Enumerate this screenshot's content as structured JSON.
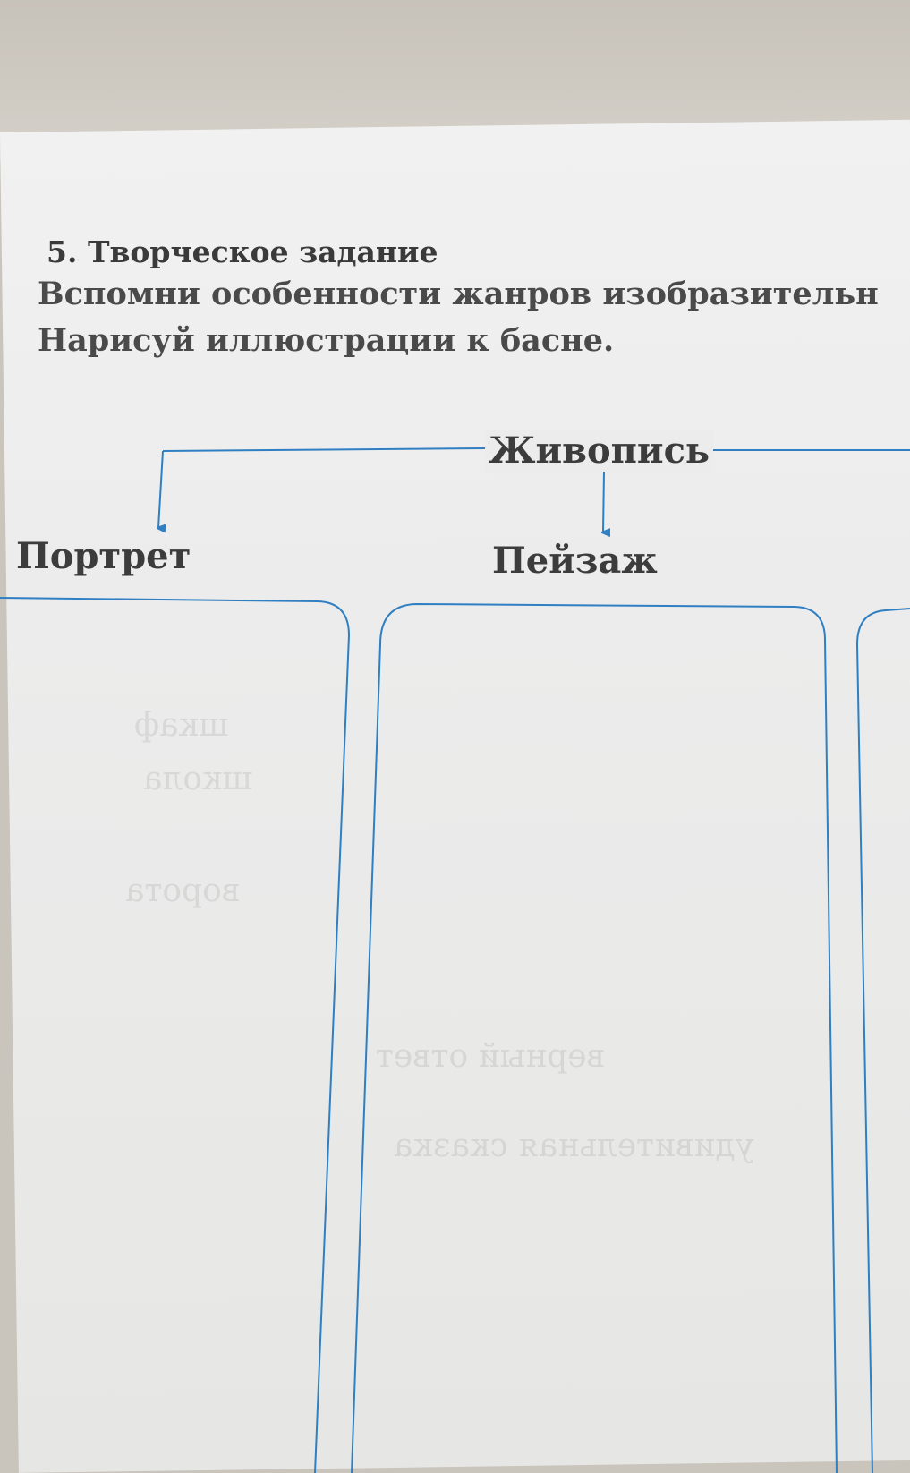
{
  "task": {
    "title": "5. Творческое задание",
    "line1": "Вспомни особенности жанров изобразительн",
    "line2": "Нарисуй иллюстрации к басне."
  },
  "diagram": {
    "root": "Живопись",
    "children": [
      "Портрет",
      "Пейзаж"
    ]
  },
  "colors": {
    "accent": "#2f7fc2",
    "text": "#3c3c3c",
    "paper": "#ececec"
  }
}
